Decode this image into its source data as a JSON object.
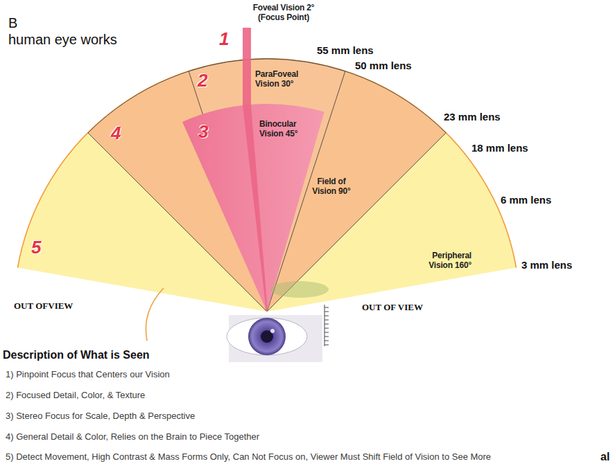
{
  "diagram": {
    "labels": [
      "B",
      "human eye works",
      "Foveal Vision 2° (Focus Point)",
      "1",
      "55 mm lens",
      "2",
      "ParaFoveal Vision 30°",
      "50 mm lens",
      "4",
      "3",
      "Binocular Vision 45°",
      "23 mm lens",
      "18 mm lens",
      "Field of Vision 90°",
      "6 mm lens",
      "5",
      "Peripheral Vision 160°",
      "3 mm lens",
      "OUT OFVIEW",
      "OUT OF VIEW",
      "Description of What is Seen",
      "1) Pinpoint Focus that Centers our Vision",
      "2) Focused Detail, Color, & Texture",
      "3) Stereo Focus for Scale, Depth & Perspective",
      "4) General Detail & Color, Relies on the Brain to Piece Together",
      "5) Detect Movement, High Contrast & Mass Forms Only, Can Not Focus on, Viewer Must Shift Field of Vision to See More",
      "al"
    ]
  }
}
